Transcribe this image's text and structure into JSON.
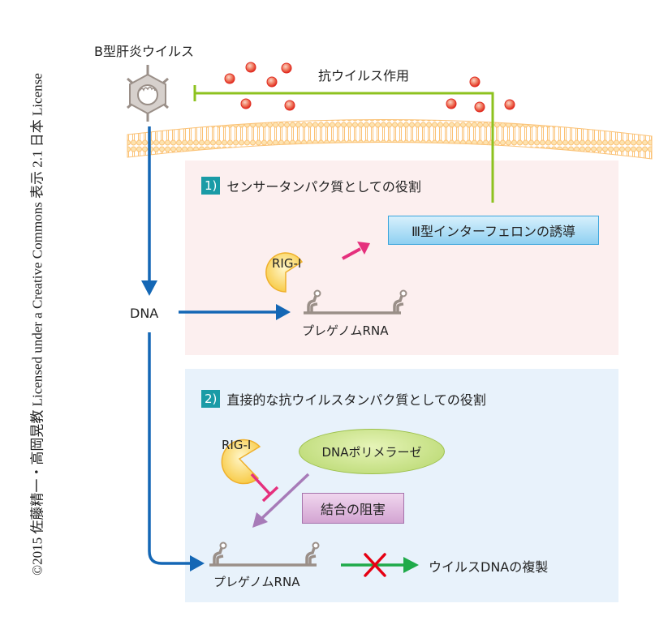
{
  "credit": "©2015 佐藤精一・高岡晃教 Licensed under a Creative Commons 表示 2.1 日本 License",
  "virus_label": "B型肝炎ウイルス",
  "antiviral_label": "抗ウイルス作用",
  "dna_label": "DNA",
  "section1": {
    "number": "1)",
    "title": "センサータンパク質としての役割",
    "rig_label": "RIG-I",
    "ifn_box": "Ⅲ型インターフェロンの誘導",
    "rna_label": "プレゲノムRNA"
  },
  "section2": {
    "number": "2)",
    "title": "直接的な抗ウイルスタンパク質としての役割",
    "rig_label": "RIG-I",
    "polymerase_label": "DNAポリメラーゼ",
    "block_box": "結合の阻害",
    "rna_label": "プレゲノムRNA",
    "replication_label": "ウイルスDNAの複製"
  },
  "colors": {
    "blue_arrow": "#1467b5",
    "green_inhibit": "#8dc21f",
    "pink_arrow": "#e5307d",
    "purple_arrow": "#a77bb8",
    "green_arrow": "#1faa49",
    "red_cross": "#e60012",
    "rig_fill": "#fbd96a",
    "rna_gray": "#9a8f88",
    "membrane": "#fcd08a",
    "ifn_dot": "#e83b2f"
  }
}
